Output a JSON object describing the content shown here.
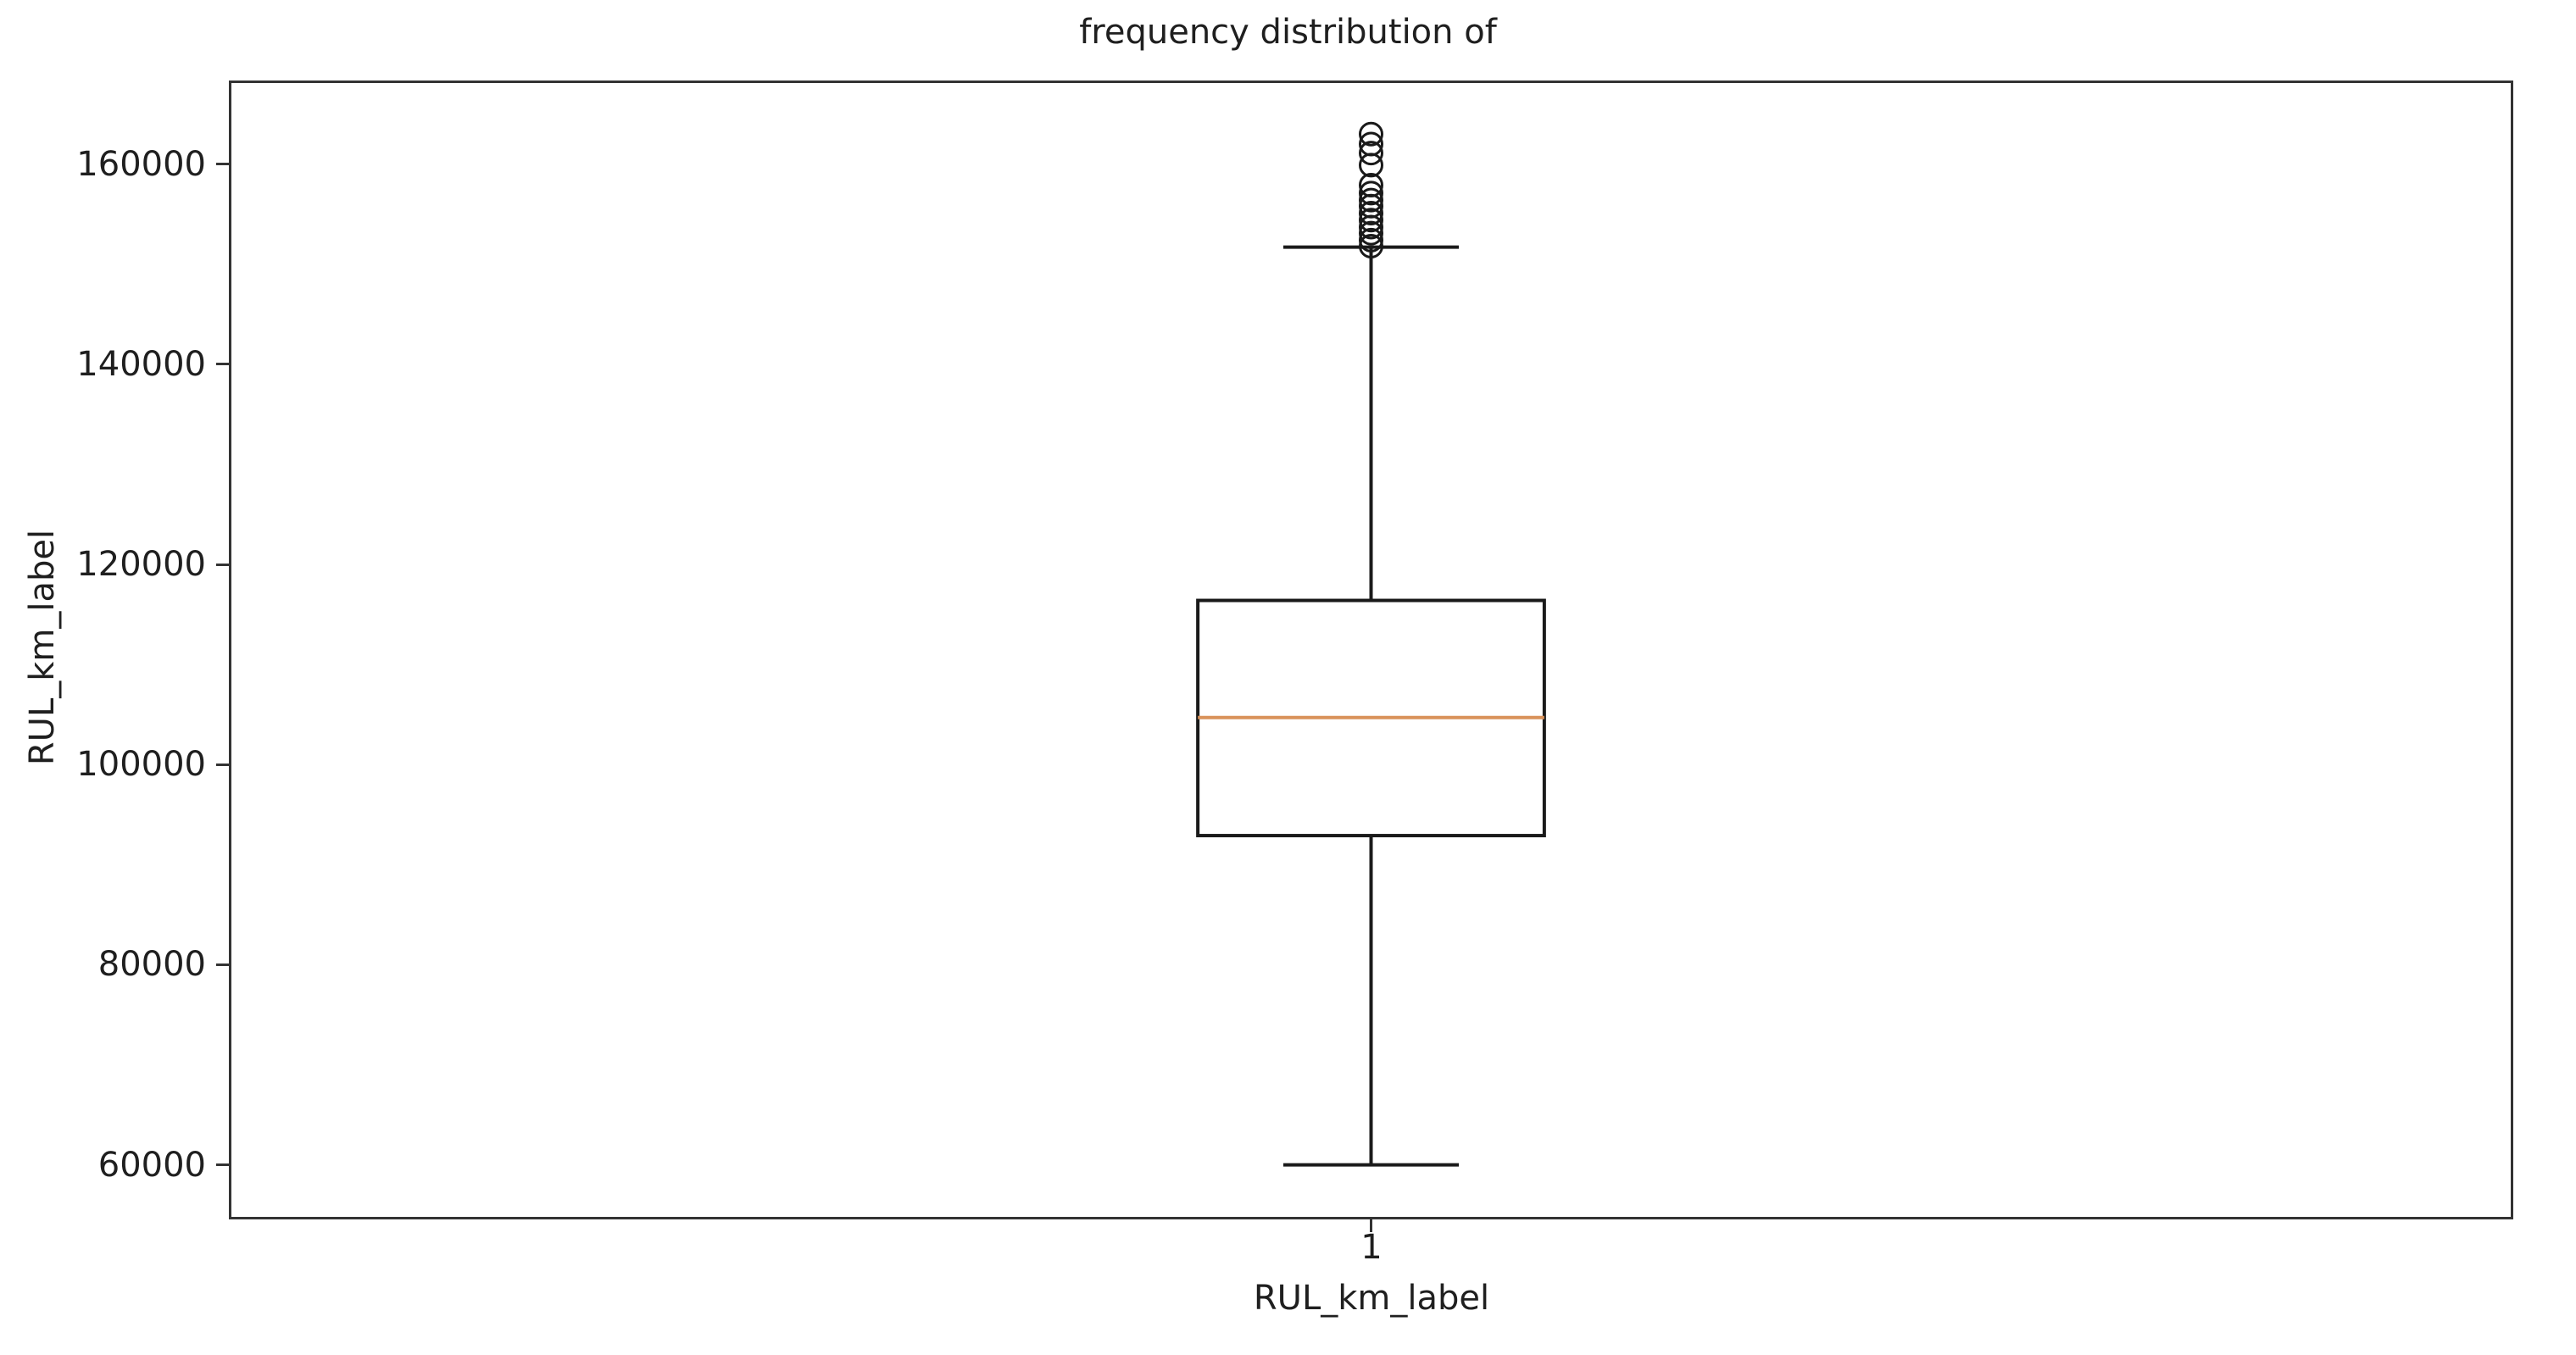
{
  "figure": {
    "background": "#ffffff",
    "text_color": "#1f1f1f",
    "axis_color": "#333333"
  },
  "chart_data": {
    "type": "boxplot",
    "title": "frequency distribution of",
    "xlabel": "RUL_km_label",
    "ylabel": "RUL_km_label",
    "categories": [
      "1"
    ],
    "y_ticks": [
      60000,
      80000,
      100000,
      120000,
      140000,
      160000
    ],
    "ylim": [
      54800,
      168100
    ],
    "grid": false,
    "legend": false,
    "line_color": "#1a1a1a",
    "median_color": "#d9925a",
    "box_width_frac": 0.152,
    "cap_width_frac": 0.077,
    "series": [
      {
        "name": "RUL_km_label",
        "x_category": "1",
        "whisker_low": 60000,
        "q1": 92900,
        "median": 104700,
        "q3": 116400,
        "whisker_high": 151700,
        "outliers": [
          151800,
          152400,
          153100,
          153700,
          154400,
          155100,
          155800,
          156400,
          157100,
          157900,
          159900,
          161100,
          162000,
          163000
        ]
      }
    ]
  }
}
